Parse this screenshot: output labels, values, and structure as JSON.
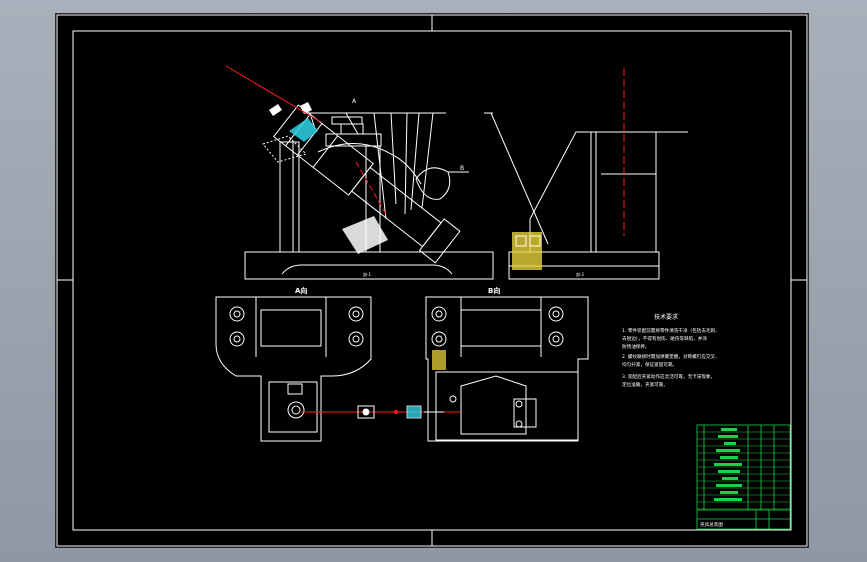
{
  "drawing": {
    "view_a_label": "A向",
    "view_b_label": "B向",
    "callout_a": "A",
    "callout_b": "B",
    "section_label_left": "剖-1",
    "section_label_right": "剖-2"
  },
  "notes": {
    "title": "技术要求",
    "lines": [
      "1. 零件装配前需将零件清洗干净（包括去毛刺、",
      "  去锐边），不得有划伤、碰伤等缺陷，并涂",
      "  防锈油保养。",
      "2. 螺纹联接时需加弹簧垫圈，对称螺钉应交叉、",
      "  均匀拧紧，保证紧固可靠。",
      "3. 装配后夹紧动作应灵活可靠，无卡滞现象，",
      "  定位准确，夹紧可靠。"
    ]
  },
  "title_block": {
    "title": "夹具总装图"
  },
  "colors": {
    "line_white": "#ffffff",
    "line_red": "#ff1a1a",
    "hatch_cyan": "#2ed3e6",
    "hatch_yellow": "#e8d23a",
    "table_green": "#19d24a"
  }
}
